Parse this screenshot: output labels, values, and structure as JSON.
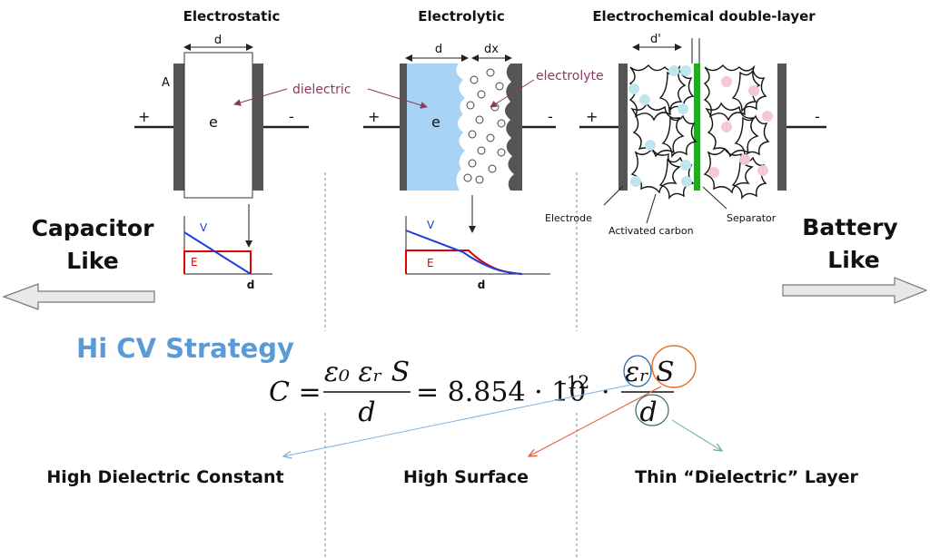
{
  "panels": {
    "electrostatic": {
      "title": "Electrostatic",
      "d_label": "d",
      "area_label": "A",
      "plus": "+",
      "minus": "-",
      "dielectric_label": "dielectric",
      "epsilon_label": "e",
      "graph": {
        "v_label": "V",
        "e_label": "E",
        "axis_label": "d"
      }
    },
    "electrolytic": {
      "title": "Electrolytic",
      "d_label": "d",
      "dx_label": "dx",
      "plus": "+",
      "minus": "-",
      "electrolyte_label": "electrolyte",
      "epsilon_label": "e",
      "graph": {
        "v_label": "V",
        "e_label": "E",
        "axis_label": "d"
      }
    },
    "double_layer": {
      "title": "Electrochemical double-layer",
      "d_label": "d'",
      "plus": "+",
      "minus": "-",
      "electrode_label": "Electrode",
      "carbon_label": "Activated carbon",
      "separator_label": "Separator"
    }
  },
  "sides": {
    "left_line1": "Capacitor",
    "left_line2": "Like",
    "right_line1": "Battery",
    "right_line2": "Like"
  },
  "strategy": {
    "title": "Hi CV Strategy",
    "formula": {
      "lhs": "C =",
      "numerator": "ε₀ εᵣ S",
      "denominator": "d",
      "equals": "= 8.854 · 10",
      "exponent": "-12",
      "dot": "·",
      "eps_r": "εᵣ",
      "s": "S",
      "d": "d"
    }
  },
  "labels": {
    "high_dielectric": "High Dielectric Constant",
    "high_surface": "High Surface",
    "thin_layer": "Thin “Dielectric” Layer"
  },
  "colors": {
    "electrolyte_fill": "#a9d3f5",
    "plate": "#555555",
    "voltage": "#1f3fd6",
    "field": "#e00000",
    "separator": "#22aa22",
    "strategy_text": "#5b9bd5",
    "arrow_blue": "#7fb2e0",
    "arrow_red": "#e05a3a",
    "arrow_teal": "#6aaaa0",
    "circle_orange": "#e8702a",
    "circle_teal": "#2f6f6a"
  }
}
